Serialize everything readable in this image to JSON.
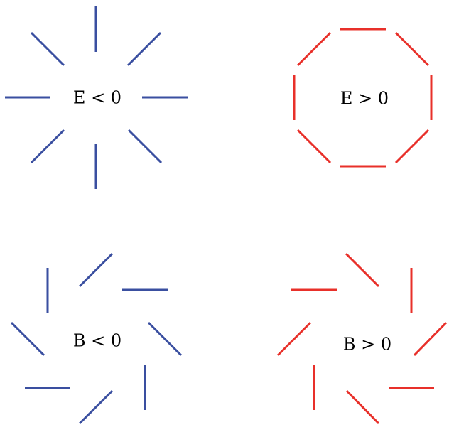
{
  "colors": {
    "negative": "#3a4fa0",
    "positive": "#e8302a",
    "label": "#000000"
  },
  "panels": [
    {
      "label": "E < 0",
      "color_key": "negative"
    },
    {
      "label": "E > 0",
      "color_key": "positive"
    },
    {
      "label": "B < 0",
      "color_key": "negative"
    },
    {
      "label": "B > 0",
      "color_key": "positive"
    }
  ]
}
